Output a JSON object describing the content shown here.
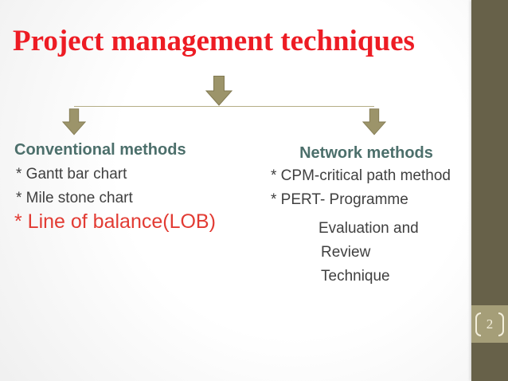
{
  "slide": {
    "title": "Project management techniques",
    "page_number": "2",
    "diagram": {
      "root_icon": "down-arrow",
      "branches": [
        "left",
        "right"
      ]
    },
    "left_column": {
      "heading": "Conventional methods",
      "items": [
        "* Gantt bar chart",
        "* Mile stone chart"
      ],
      "highlight_item": "* Line of balance(LOB)"
    },
    "right_column": {
      "heading": "Network methods",
      "items": [
        "* CPM-critical path method",
        "* PERT- Programme"
      ],
      "continuation_lines": [
        "Evaluation and",
        "Review",
        "Technique"
      ]
    },
    "colors": {
      "title_red": "#ed1c24",
      "highlight_red": "#e23b33",
      "heading_teal": "#4c6f6b",
      "body_text": "#404040",
      "arrow_fill": "#9c946a",
      "arrow_border": "#827a52",
      "connector_line": "#b5ae87",
      "sidebar_olive": "#676149",
      "page_plaque": "#a59e78",
      "page_text_cream": "#f2eedb"
    }
  }
}
